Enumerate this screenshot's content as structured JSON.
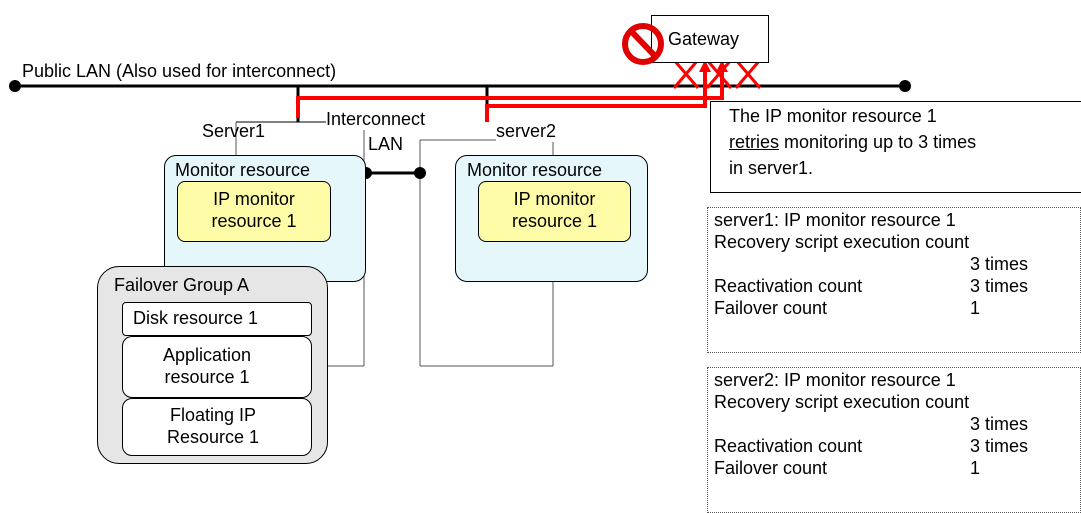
{
  "network": {
    "public_lan_label": "Public LAN (Also used for interconnect)",
    "interconnect_label_1": "Interconnect",
    "interconnect_label_2": "LAN",
    "gateway_label": "Gateway"
  },
  "servers": {
    "server1_label": "Server1",
    "server2_label": "server2",
    "monitor_resource_label": "Monitor resource",
    "ip_monitor_line1": "IP monitor",
    "ip_monitor_line2": "resource 1"
  },
  "failover_group": {
    "title": "Failover Group A",
    "disk": "Disk resource 1",
    "app_line1": "Application",
    "app_line2": "resource 1",
    "fip_line1": "Floating IP",
    "fip_line2": "Resource 1"
  },
  "note": {
    "line1": "The IP monitor resource 1",
    "line2_underlined": "retries",
    "line2_rest": " monitoring up to 3 times",
    "line3": "in server1."
  },
  "stats": [
    {
      "title": "server1: IP monitor resource 1",
      "recovery_label": "Recovery script execution count",
      "recovery_value": "3 times",
      "reactivation_label": "Reactivation count",
      "reactivation_value": "3 times",
      "failover_label": "Failover count",
      "failover_value": "1"
    },
    {
      "title": "server2: IP monitor resource 1",
      "recovery_label": "Recovery script execution count",
      "recovery_value": "3 times",
      "reactivation_label": "Reactivation count",
      "reactivation_value": "3 times",
      "failover_label": "Failover count",
      "failover_value": "1"
    }
  ],
  "colors": {
    "monitor_fill": "#e5f7fa",
    "ip_monitor_fill": "#fefca6",
    "group_fill": "#e6e6e6",
    "red_path": "#ff0000",
    "prohibit": "#e00000"
  }
}
